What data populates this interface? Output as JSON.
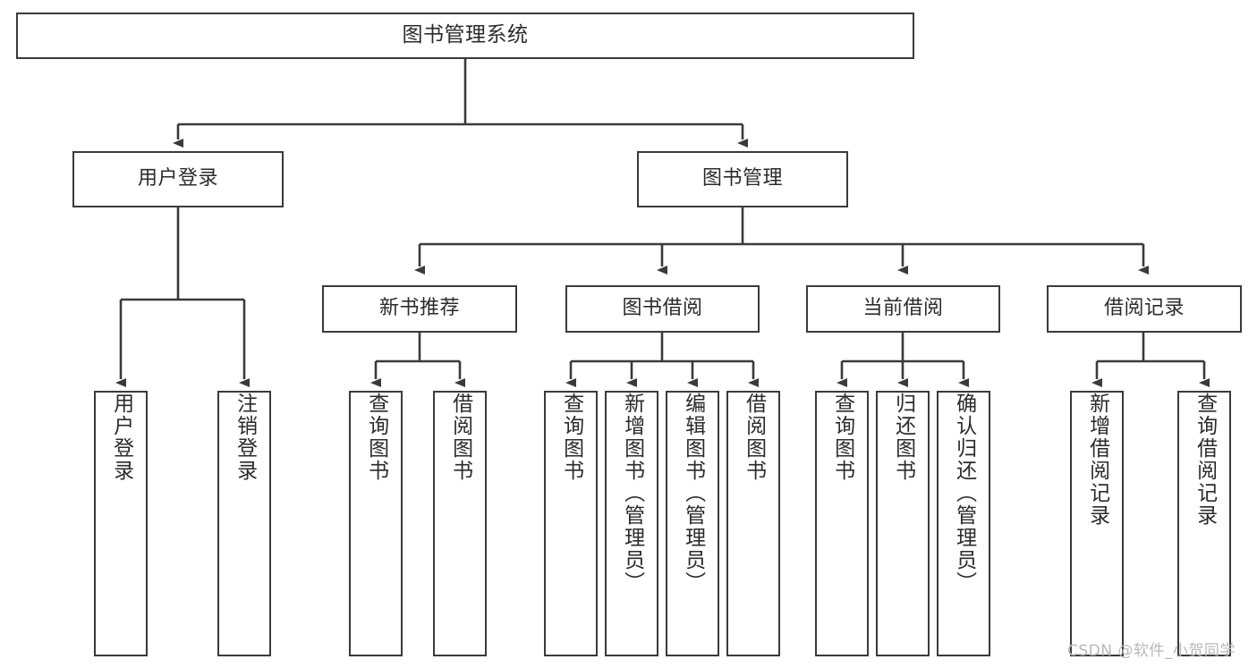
{
  "diagram": {
    "type": "tree-hierarchy-chart",
    "title": "图书管理系统",
    "orientation": "top-down",
    "line_color": "#3a3a3a",
    "box_border_color": "#3a3a3a",
    "box_fill_color": "#ffffff",
    "text_color": "#2b2b2b",
    "background_color": "#ffffff"
  },
  "root": {
    "label": "图书管理系统"
  },
  "level2": [
    {
      "label": "用户登录"
    },
    {
      "label": "图书管理"
    }
  ],
  "level3": [
    {
      "label": "新书推荐"
    },
    {
      "label": "图书借阅"
    },
    {
      "label": "当前借阅"
    },
    {
      "label": "借阅记录"
    }
  ],
  "leaves": {
    "user_login": [
      {
        "label": "用户登录"
      },
      {
        "label": "注销登录"
      }
    ],
    "new_book_recommend": [
      {
        "label": "查询图书"
      },
      {
        "label": "借阅图书"
      }
    ],
    "book_borrow": [
      {
        "label": "查询图书"
      },
      {
        "label": "新增图书（管理员）"
      },
      {
        "label": "编辑图书（管理员）"
      },
      {
        "label": "借阅图书"
      }
    ],
    "current_borrow": [
      {
        "label": "查询图书"
      },
      {
        "label": "归还图书"
      },
      {
        "label": "确认归还（管理员）"
      }
    ],
    "borrow_record": [
      {
        "label": "新增借阅记录"
      },
      {
        "label": "查询借阅记录"
      }
    ]
  },
  "watermark": {
    "text": "CSDN @软件_小贺同学"
  }
}
